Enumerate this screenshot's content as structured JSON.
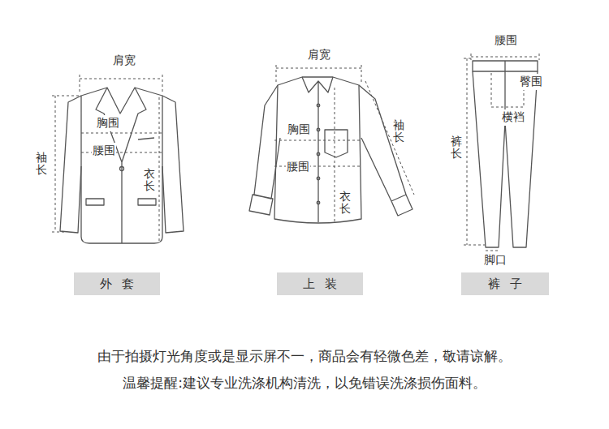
{
  "diagram": {
    "nodes": [
      {
        "text": [
          "外套"
        ]
      },
      {
        "text": [
          "上装"
        ]
      },
      {
        "text": [
          "裤子"
        ]
      }
    ],
    "labels": [
      "肩宽",
      "胸围",
      "腰围",
      "袖长",
      "衣长",
      "肩宽",
      "胸围",
      "腰围",
      "袖长",
      "衣长",
      "腰围",
      "臀围",
      "横裆",
      "裤长",
      "脚口",
      "由于拍摄灯光角度或是显示屏不一，商品会有轻微色差，敬请谅解。",
      "温馨提醒:建议专业洗涤机构清洗，以免错误洗涤损伤面料。"
    ]
  }
}
